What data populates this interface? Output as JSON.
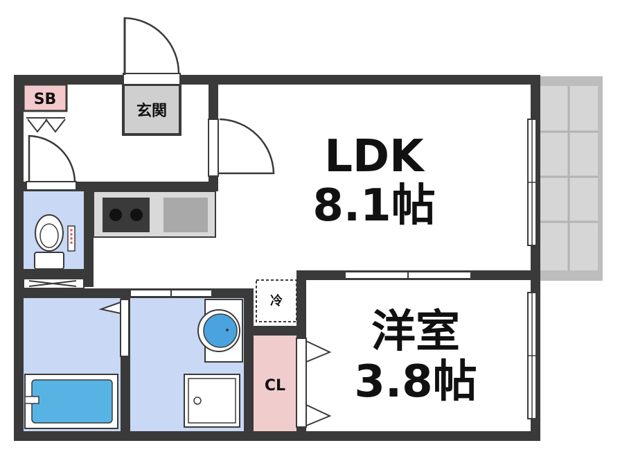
{
  "rooms": {
    "ldk": {
      "name": "LDK",
      "size": "8.1帖"
    },
    "western": {
      "name": "洋室",
      "size": "3.8帖"
    },
    "entrance": {
      "name": "玄関"
    },
    "shoe_box": {
      "name": "SB"
    },
    "closet": {
      "name": "CL"
    },
    "fridge": {
      "name": "冷"
    }
  },
  "colors": {
    "wall": "#3a3a3a",
    "wet_area": "#c8d8f5",
    "closet": "#f1cccd",
    "shoe_box": "#f4c9cc",
    "balcony": "#bdbdbd",
    "entrance_floor": "#cfcfcf",
    "kitchen": "#d9d9d9",
    "bath_tub": "#58b3e5",
    "sink_bowl": "#4aa3de"
  }
}
